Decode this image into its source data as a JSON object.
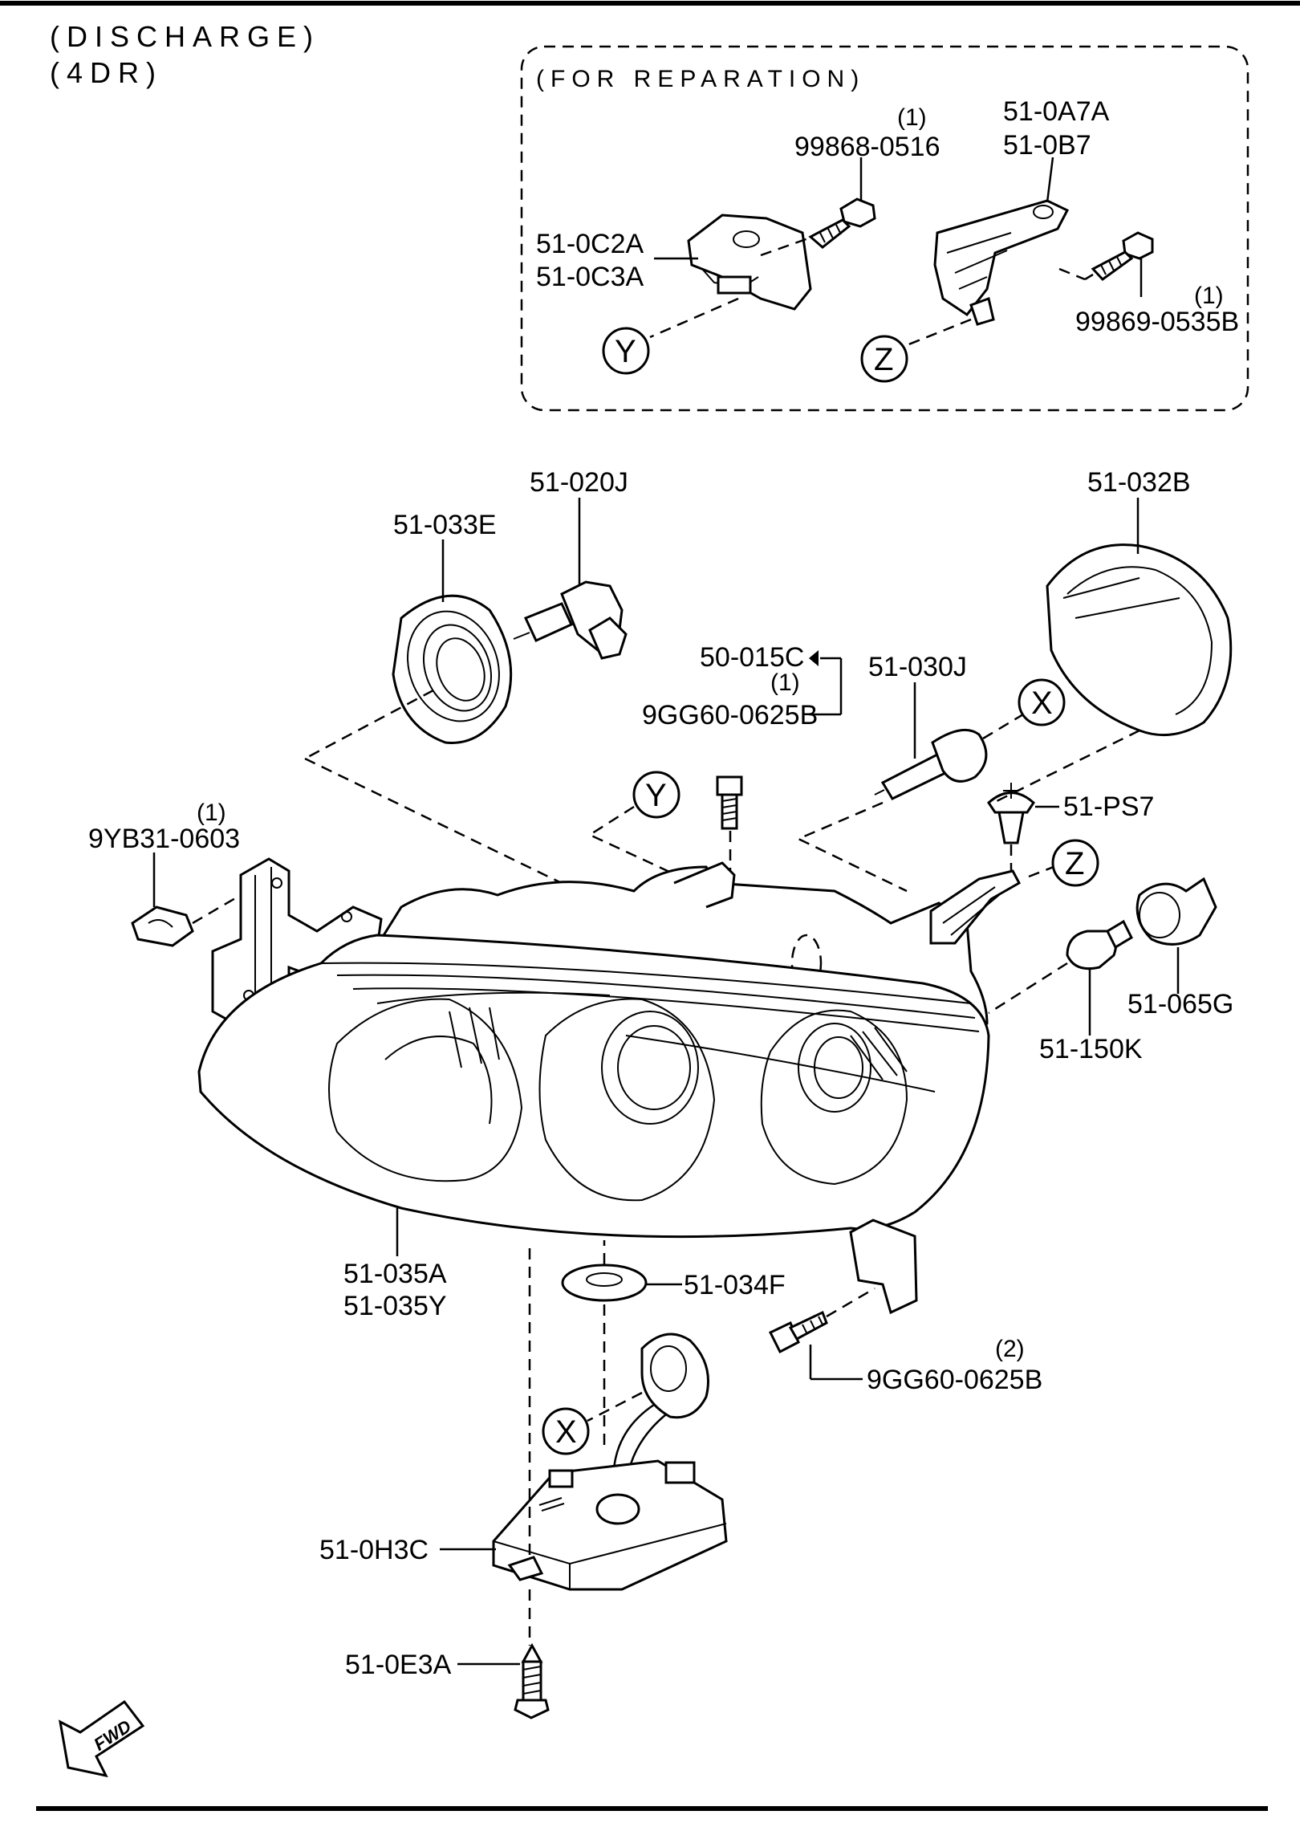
{
  "header": {
    "line1": "(DISCHARGE)",
    "line2": "(4DR)"
  },
  "inset": {
    "title": "(FOR REPARATION)"
  },
  "markers": {
    "x": "X",
    "y": "Y",
    "z": "Z"
  },
  "fwd_badge": "FWD",
  "labels": {
    "screw_99868": {
      "qty": "(1)",
      "part": "99868-0516"
    },
    "bracket_0a7a": {
      "part1": "51-0A7A",
      "part2": "51-0B7"
    },
    "bracket_0c2a": {
      "part1": "51-0C2A",
      "part2": "51-0C3A"
    },
    "screw_99869": {
      "qty": "(1)",
      "part": "99869-0535B"
    },
    "bulb_020j": "51-020J",
    "cap_033e": "51-033E",
    "cap_032b": "51-032B",
    "label_015c": "50-015C",
    "bolt_top": {
      "qty": "(1)",
      "part": "9GG60-0625B"
    },
    "bulb_030j": "51-030J",
    "clip_ps7": "51-PS7",
    "clip_9yb31": {
      "qty": "(1)",
      "part": "9YB31-0603"
    },
    "socket_065g": "51-065G",
    "bulb_150k": "51-150K",
    "headlamp": {
      "part1": "51-035A",
      "part2": "51-035Y"
    },
    "seal_034f": "51-034F",
    "bolt_bottom": {
      "qty": "(2)",
      "part": "9GG60-0625B"
    },
    "ballast_0h3c": "51-0H3C",
    "screw_0e3a": "51-0E3A"
  }
}
